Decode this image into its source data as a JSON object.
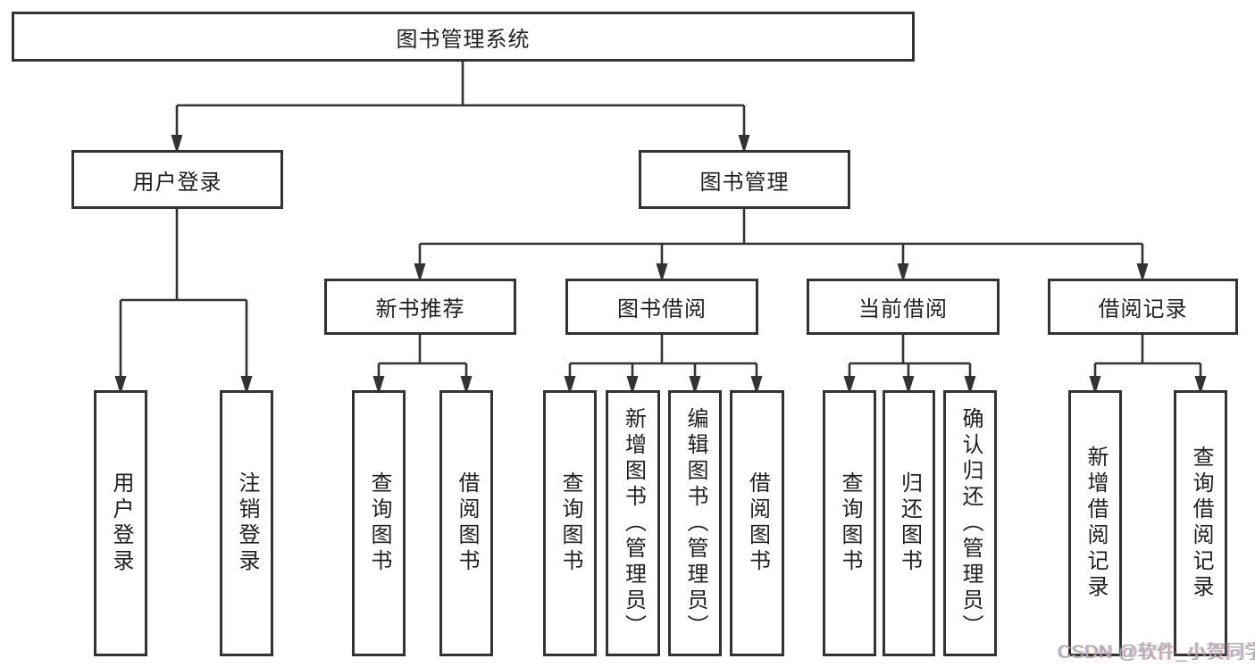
{
  "diagram": {
    "root": {
      "label": "图书管理系统"
    },
    "user_login": {
      "label": "用户登录",
      "children": {
        "login": {
          "label": "用户登录"
        },
        "logout": {
          "label": "注销登录"
        }
      }
    },
    "book_management": {
      "label": "图书管理",
      "children": {
        "new_book_recommend": {
          "label": "新书推荐",
          "children": {
            "query_books": {
              "label": "查询图书"
            },
            "borrow_books": {
              "label": "借阅图书"
            }
          }
        },
        "book_borrow": {
          "label": "图书借阅",
          "children": {
            "query_books": {
              "label": "查询图书"
            },
            "add_books": {
              "label": "新增图书（管理员）"
            },
            "edit_books": {
              "label": "编辑图书（管理员）"
            },
            "borrow_books": {
              "label": "借阅图书"
            }
          }
        },
        "current_borrow": {
          "label": "当前借阅",
          "children": {
            "query_books": {
              "label": "查询图书"
            },
            "return_books": {
              "label": "归还图书"
            },
            "confirm_return": {
              "label": "确认归还（管理员）"
            }
          }
        },
        "borrow_records": {
          "label": "借阅记录",
          "children": {
            "add_record": {
              "label": "新增借阅记录"
            },
            "query_record": {
              "label": "查询借阅记录"
            }
          }
        }
      }
    }
  },
  "watermark": {
    "text": "CSDN @软件_小贺同学"
  },
  "colors": {
    "line": "#333333",
    "box_border": "#333333",
    "text": "#1f1f1f",
    "watermark": "#aeacb0",
    "background": "#ffffff"
  }
}
